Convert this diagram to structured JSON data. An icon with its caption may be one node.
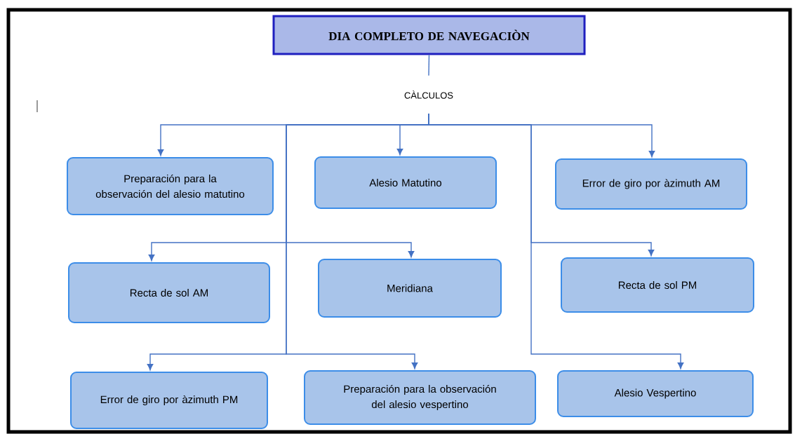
{
  "diagram": {
    "nodes": [
      {
        "text": [
          "DIA COMPLETO DE NAVEGACIÒN"
        ]
      },
      {
        "text": [
          "CÀLCULOS"
        ]
      },
      {
        "text": [
          "Preparación para la observación del alesio matutino"
        ]
      },
      {
        "text": [
          "Alesio Matutino"
        ]
      },
      {
        "text": [
          "Error de giro por àzimuth AM"
        ]
      },
      {
        "text": [
          "Recta de sol AM"
        ]
      },
      {
        "text": [
          "Meridiana"
        ]
      },
      {
        "text": [
          "Recta de sol PM"
        ]
      },
      {
        "text": [
          "Error de giro por àzimuth PM"
        ]
      },
      {
        "text": [
          "Preparación para la observación del alesio vespertino"
        ]
      },
      {
        "text": [
          "Alesio Vespertino"
        ]
      }
    ],
    "edges": [
      {
        "from": 0,
        "to": 1,
        "arrow": "none"
      },
      {
        "from": 1,
        "to": 2,
        "arrow": "to"
      },
      {
        "from": 1,
        "to": 3,
        "arrow": "to"
      },
      {
        "from": 1,
        "to": 4,
        "arrow": "to"
      },
      {
        "from": 1,
        "to": 5,
        "arrow": "to"
      },
      {
        "from": 1,
        "to": 6,
        "arrow": "to"
      },
      {
        "from": 1,
        "to": 7,
        "arrow": "to"
      },
      {
        "from": 1,
        "to": 8,
        "arrow": "to"
      },
      {
        "from": 1,
        "to": 9,
        "arrow": "to"
      },
      {
        "from": 1,
        "to": 10,
        "arrow": "to"
      }
    ]
  }
}
